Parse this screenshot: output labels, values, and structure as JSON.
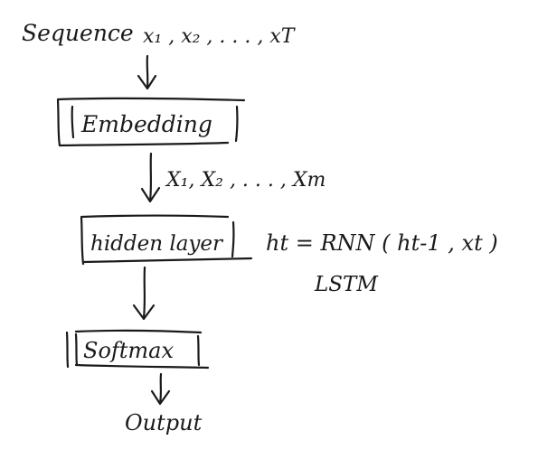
{
  "diagram": {
    "sequence_label": "Sequence",
    "sequence_tokens": "x₁ , x₂ , . . . , xT",
    "embedding_label": "Embedding",
    "embedding_output": "X₁, X₂ , . . . , Xт",
    "hidden_label": "hidden layer",
    "hidden_equation": "ht = RNN ( ht-1 , xt )",
    "hidden_alt": "LSTM",
    "softmax_label": "Softmax",
    "output_label": "Output"
  }
}
